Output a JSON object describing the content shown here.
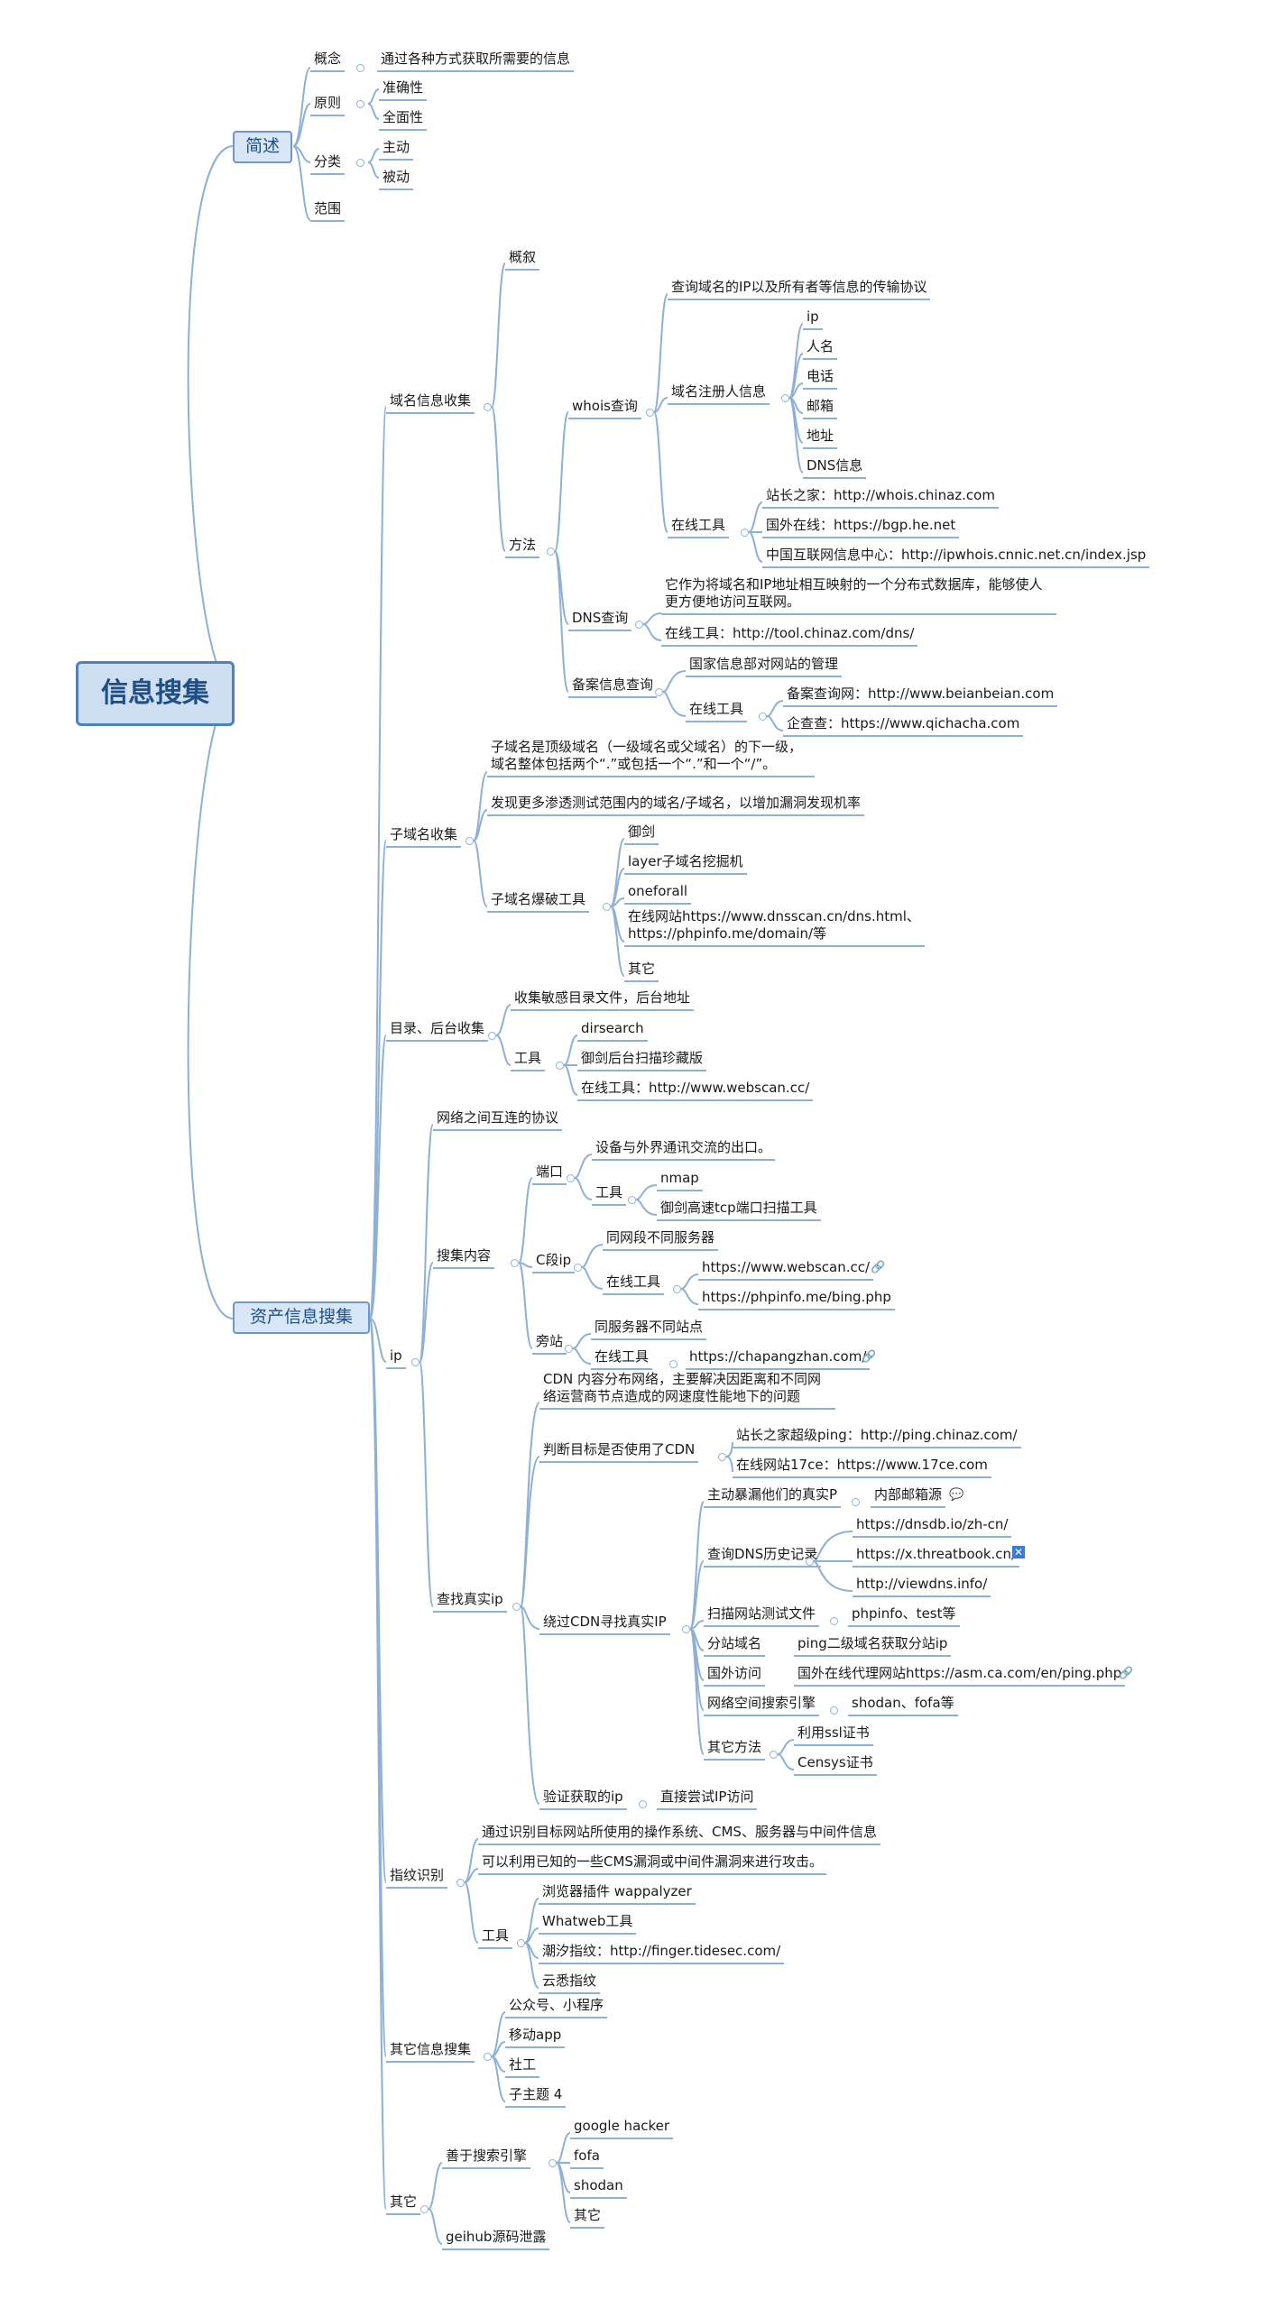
{
  "root": "信息搜集",
  "n1": {
    "title": "简述",
    "c1": "概念",
    "c1a": "通过各种方式获取所需要的信息",
    "c2": "原则",
    "c2a": "准确性",
    "c2b": "全面性",
    "c3": "分类",
    "c3a": "主动",
    "c3b": "被动",
    "c4": "范围"
  },
  "n2": {
    "title": "资产信息搜集",
    "domain": {
      "title": "域名信息收集",
      "overview": "概叙",
      "method": "方法",
      "whois": "whois查询",
      "whois_desc": "查询域名的IP以及所有者等信息的传输协议",
      "registrant": "域名注册人信息",
      "r": [
        "ip",
        "人名",
        "电话",
        "邮箱",
        "地址",
        "DNS信息"
      ],
      "tools": "在线工具",
      "t": [
        "站长之家：http://whois.chinaz.com",
        "国外在线：https://bgp.he.net",
        "中国互联网信息中心：http://ipwhois.cnnic.net.cn/index.jsp"
      ],
      "dns": "DNS查询",
      "dns_desc": "它作为将域名和IP地址相互映射的一个分布式数据库，能够使人更方便地访问互联网。",
      "dns_tool": "在线工具：http://tool.chinaz.com/dns/",
      "beian": "备案信息查询",
      "beian_desc": "国家信息部对网站的管理",
      "beian_tools": "在线工具",
      "bt": [
        "备案查询网：http://www.beianbeian.com",
        "企查查：https://www.qichacha.com"
      ]
    },
    "sub": {
      "title": "子域名收集",
      "d1": "子域名是顶级域名（一级域名或父域名）的下一级，域名整体包括两个“.”或包括一个“.”和一个“/”。",
      "d2": "发现更多渗透测试范围内的域名/子域名，以增加漏洞发现机率",
      "tools": "子域名爆破工具",
      "t": [
        "御剑",
        "layer子域名挖掘机",
        "oneforall",
        "在线网站https://www.dnsscan.cn/dns.html、https://phpinfo.me/domain/等",
        "其它"
      ]
    },
    "dir": {
      "title": "目录、后台收集",
      "d": "收集敏感目录文件，后台地址",
      "tools": "工具",
      "t": [
        "dirsearch",
        "御剑后台扫描珍藏版",
        "在线工具：http://www.webscan.cc/"
      ]
    },
    "ip": {
      "title": "ip",
      "proto": "网络之间互连的协议",
      "content": "搜集内容",
      "port": "端口",
      "port_desc": "设备与外界通讯交流的出口。",
      "port_tools": "工具",
      "pt": [
        "nmap",
        "御剑高速tcp端口扫描工具"
      ],
      "cseg": "C段ip",
      "cseg_desc": "同网段不同服务器",
      "cseg_tools": "在线工具",
      "ct": [
        "https://www.webscan.cc/",
        "https://phpinfo.me/bing.php"
      ],
      "side": "旁站",
      "side_desc": "同服务器不同站点",
      "side_tools": "在线工具",
      "st": "https://chapangzhan.com/",
      "real": "查找真实ip",
      "cdn_desc": "CDN 内容分布网络，主要解决因距离和不同网络运营商节点造成的网速度性能地下的问题",
      "judge": "判断目标是否使用了CDN",
      "jt": [
        "站长之家超级ping：http://ping.chinaz.com/",
        "在线网站17ce：https://www.17ce.com"
      ],
      "bypass": "绕过CDN寻找真实IP",
      "b1": "主动暴漏他们的真实P",
      "b1a": "内部邮箱源",
      "b2": "查询DNS历史记录",
      "b2a": [
        "https://dnsdb.io/zh-cn/",
        "https://x.threatbook.cn/",
        "http://viewdns.info/"
      ],
      "b3": "扫描网站测试文件",
      "b3a": "phpinfo、test等",
      "b4": "分站域名",
      "b4a": "ping二级域名获取分站ip",
      "b5": "国外访问",
      "b5a": "国外在线代理网站https://asm.ca.com/en/ping.php",
      "b6": "网络空间搜索引擎",
      "b6a": "shodan、fofa等",
      "b7": "其它方法",
      "b7a": [
        "利用ssl证书",
        "Censys证书"
      ],
      "verify": "验证获取的ip",
      "verify_a": "直接尝试IP访问"
    },
    "finger": {
      "title": "指纹识别",
      "d1": "通过识别目标网站所使用的操作系统、CMS、服务器与中间件信息",
      "d2": "可以利用已知的一些CMS漏洞或中间件漏洞来进行攻击。",
      "tools": "工具",
      "t": [
        "浏览器插件 wappalyzer",
        "Whatweb工具",
        "潮汐指纹：http://finger.tidesec.com/",
        "云悉指纹"
      ]
    },
    "other_info": {
      "title": "其它信息搜集",
      "t": [
        "公众号、小程序",
        "移动app",
        "社工",
        "子主题 4"
      ]
    },
    "other": {
      "title": "其它",
      "se": "善于搜索引擎",
      "set": [
        "google hacker",
        "fofa",
        "shodan",
        "其它"
      ],
      "github": "geihub源码泄露"
    }
  }
}
